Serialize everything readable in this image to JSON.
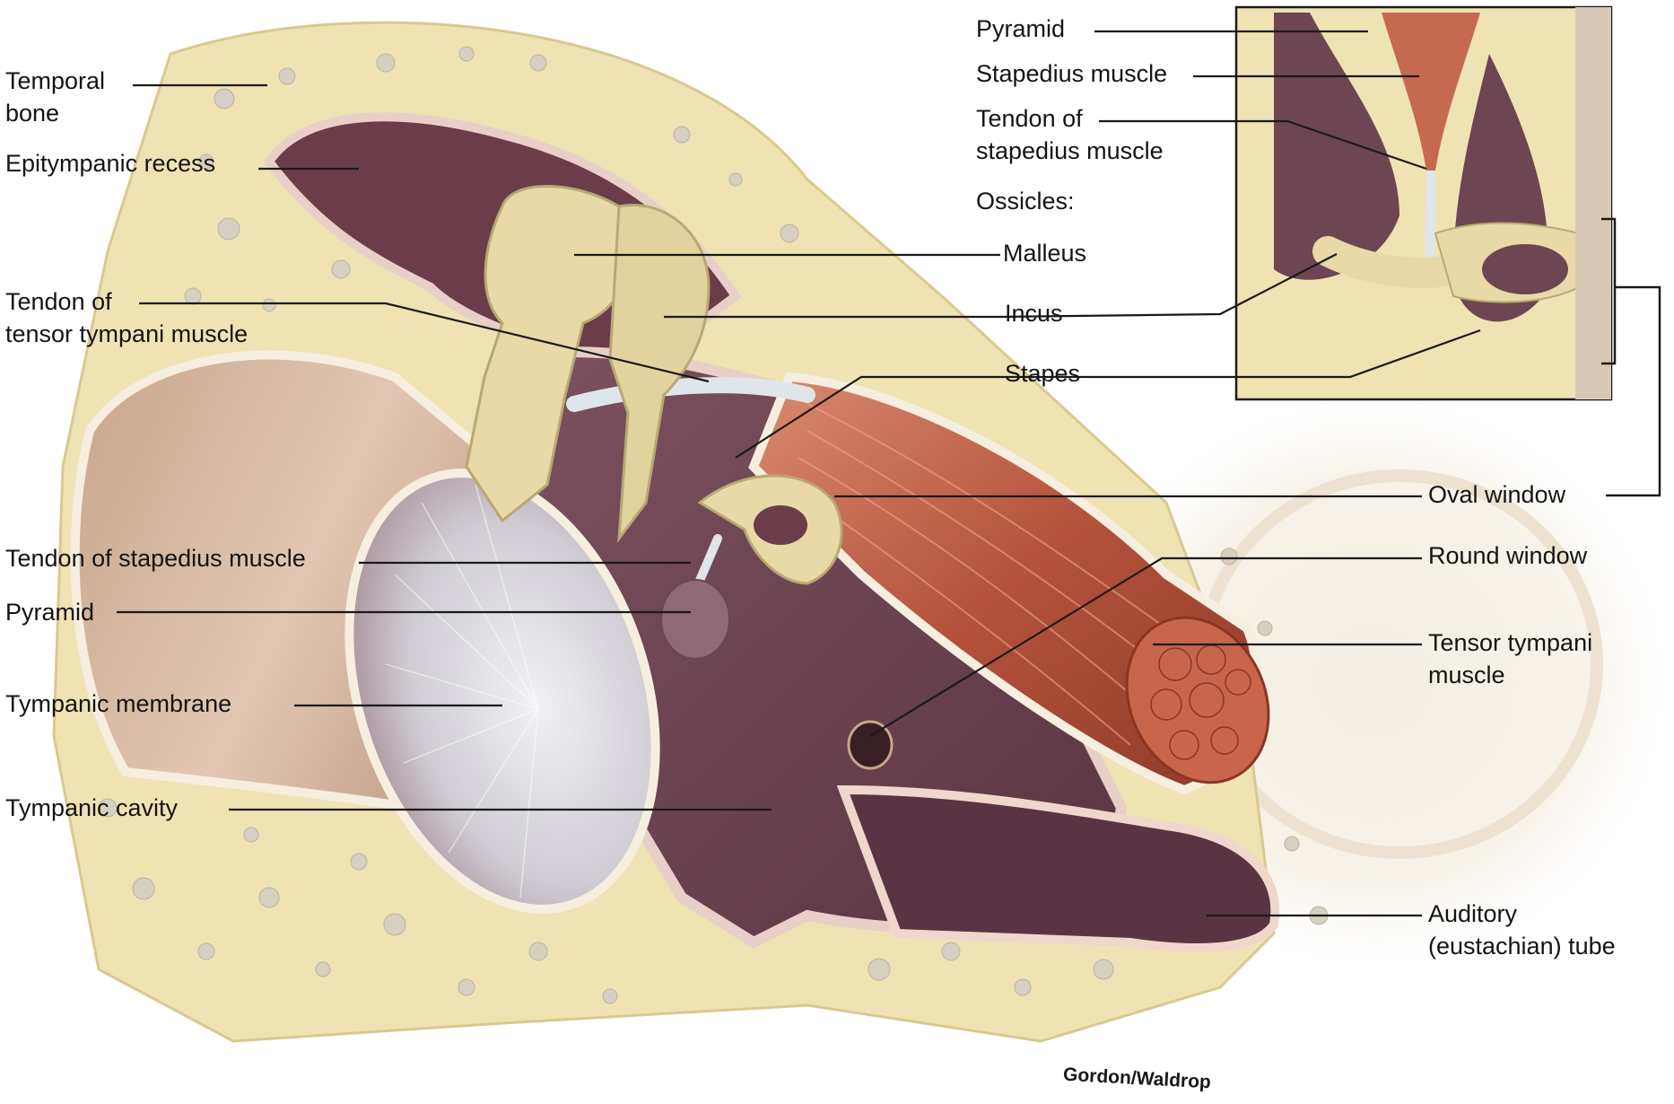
{
  "figure": {
    "signature": "Gordon/Waldrop",
    "palette": {
      "background": "#ffffff",
      "bone": "#efe3b4",
      "bone_pore": "#d6d0c0",
      "cavity": "#6e4552",
      "cavity_dark": "#4f2c39",
      "mucosa": "#e9cfc8",
      "ossicle": "#e8d9a6",
      "muscle": "#b5523b",
      "tendon": "#dfe6ea",
      "membrane": "#cfd0d6",
      "leader": "#1a1a1a"
    }
  },
  "labels": {
    "temporal_bone": {
      "line1": "Temporal",
      "line2": "bone"
    },
    "epitympanic_recess": "Epitympanic recess",
    "tendon_tensor": {
      "line1": "Tendon of",
      "line2": "tensor tympani muscle"
    },
    "tendon_stapedius": "Tendon of stapedius muscle",
    "pyramid": "Pyramid",
    "tympanic_membrane": "Tympanic membrane",
    "tympanic_cavity": "Tympanic cavity",
    "malleus": "Malleus",
    "incus": "Incus",
    "stapes": "Stapes",
    "oval_window": "Oval window",
    "round_window": "Round window",
    "tensor_tympani": {
      "line1": "Tensor tympani",
      "line2": "muscle"
    },
    "auditory_tube": {
      "line1": "Auditory",
      "line2": "(eustachian) tube"
    }
  },
  "inset": {
    "pyramid": "Pyramid",
    "stapedius_muscle": "Stapedius muscle",
    "tendon_stapedius": {
      "line1": "Tendon of",
      "line2": "stapedius muscle"
    },
    "ossicles_heading": "Ossicles:"
  }
}
